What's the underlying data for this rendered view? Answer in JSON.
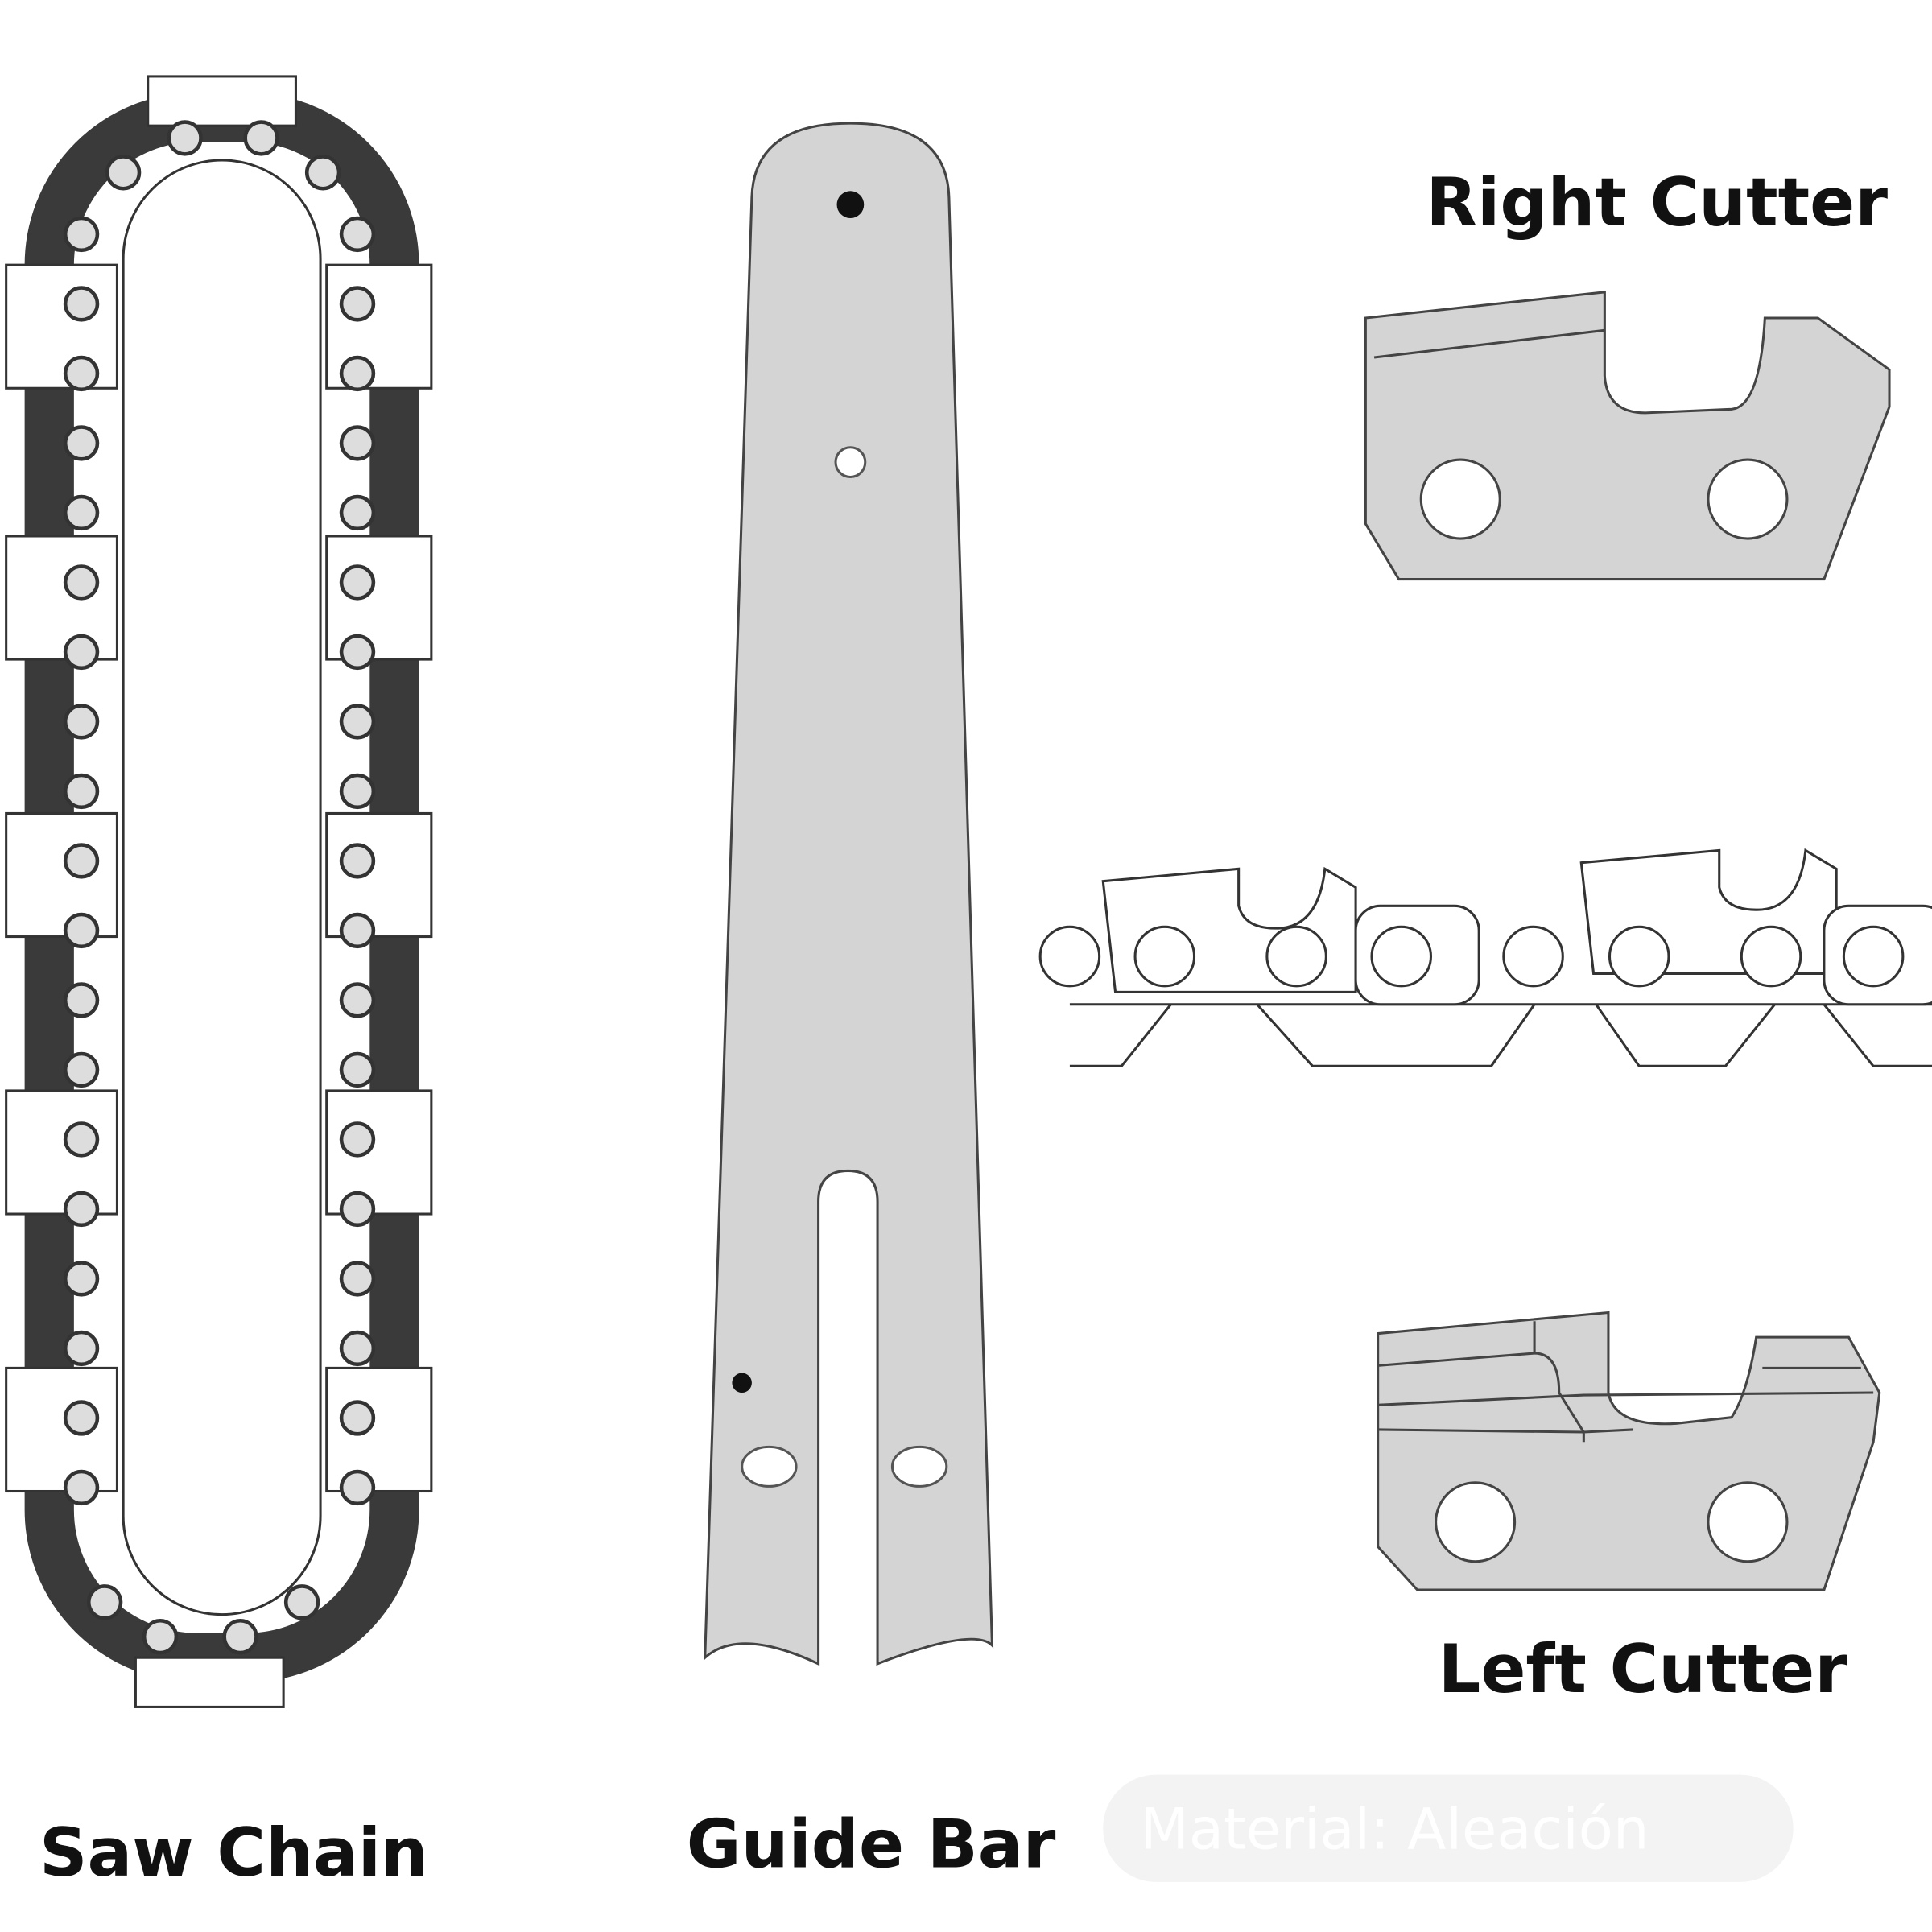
{
  "labels": {
    "saw_chain": "Saw Chain",
    "guide_bar": "Guide Bar",
    "right_cutter": "Right Cutter",
    "left_cutter": "Left Cutter"
  },
  "watermark": "Material: Aleación",
  "colors": {
    "part_fill": "#d4d4d4",
    "outline": "#333333",
    "chain_dark": "#3a3a3a",
    "text": "#111111"
  }
}
